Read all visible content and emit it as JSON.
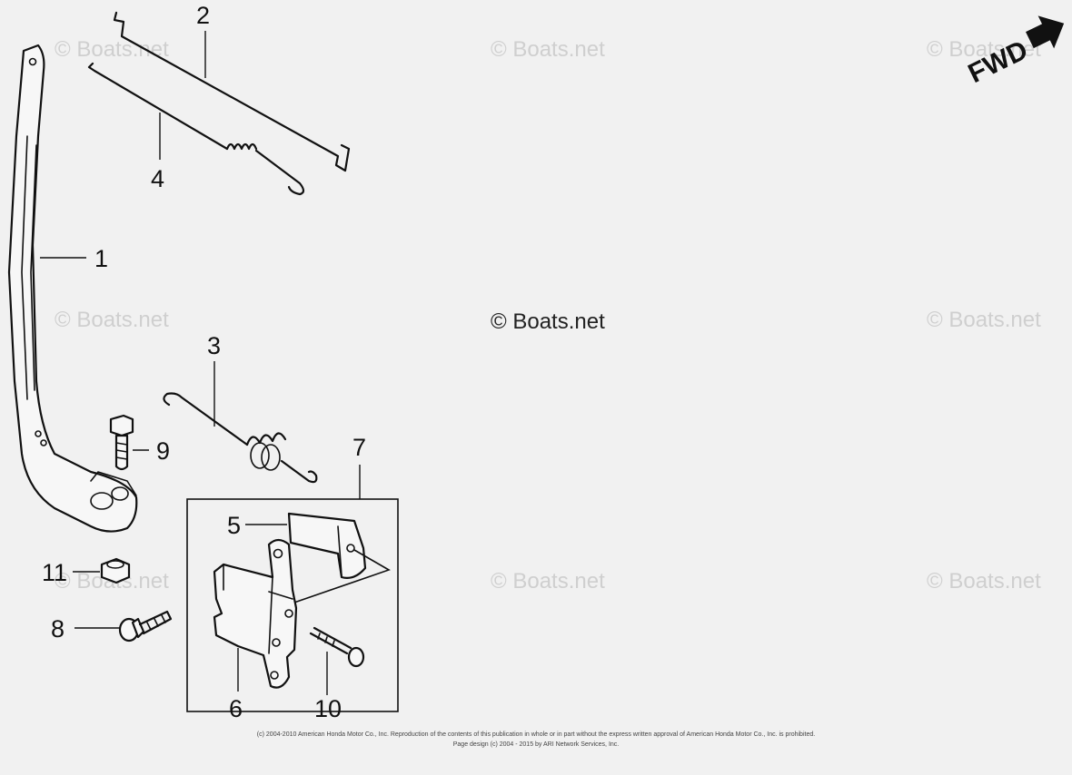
{
  "watermark": "© Boats.net",
  "watermark_center": "© Boats.net",
  "fwd_label": "FWD",
  "callouts": {
    "p1": "1",
    "p2": "2",
    "p3": "3",
    "p4": "4",
    "p5": "5",
    "p6": "6",
    "p7": "7",
    "p8": "8",
    "p9": "9",
    "p10": "10",
    "p11": "11"
  },
  "footer": {
    "line1": "(c) 2004-2010 American Honda Motor Co., Inc. Reproduction of the contents of this publication in whole or in part without the express written approval of American Honda Motor Co., Inc. is prohibited.",
    "line2": "Page design (c) 2004 - 2015 by ARI Network Services, Inc."
  }
}
